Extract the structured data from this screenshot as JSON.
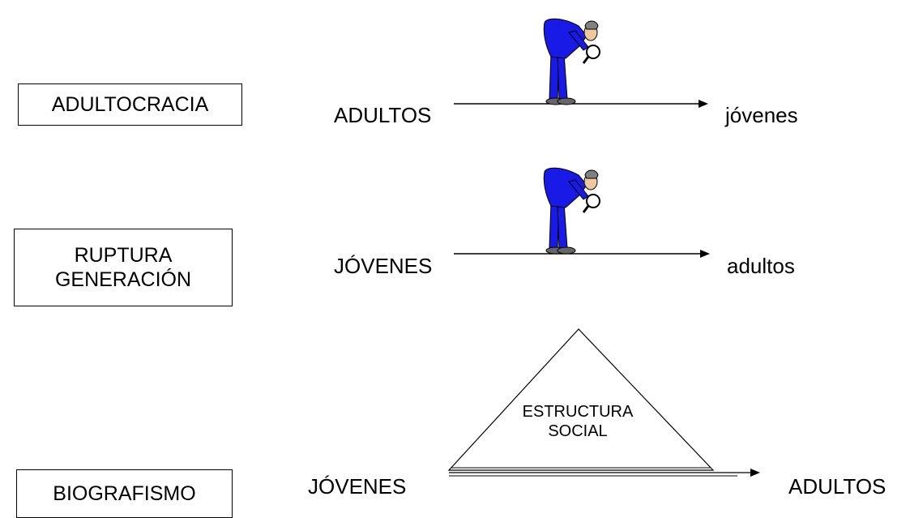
{
  "rows": [
    {
      "box_label": "ADULTOCRACIA",
      "left_label": "ADULTOS",
      "right_label": "jóvenes",
      "figure": "inspector-with-magnifier-icon"
    },
    {
      "box_label": "RUPTURA\nGENERACIÓN",
      "left_label": "JÓVENES",
      "right_label": "adultos",
      "figure": "inspector-with-magnifier-icon"
    },
    {
      "box_label": "BIOGRAFISMO",
      "left_label": "JÓVENES",
      "right_label": "ADULTOS",
      "triangle_label": "ESTRUCTURA\nSOCIAL"
    }
  ],
  "colors": {
    "line": "#000000",
    "figure_body": "#1a1ae6",
    "figure_skin": "#f0c8a0",
    "figure_hair": "#808080"
  }
}
